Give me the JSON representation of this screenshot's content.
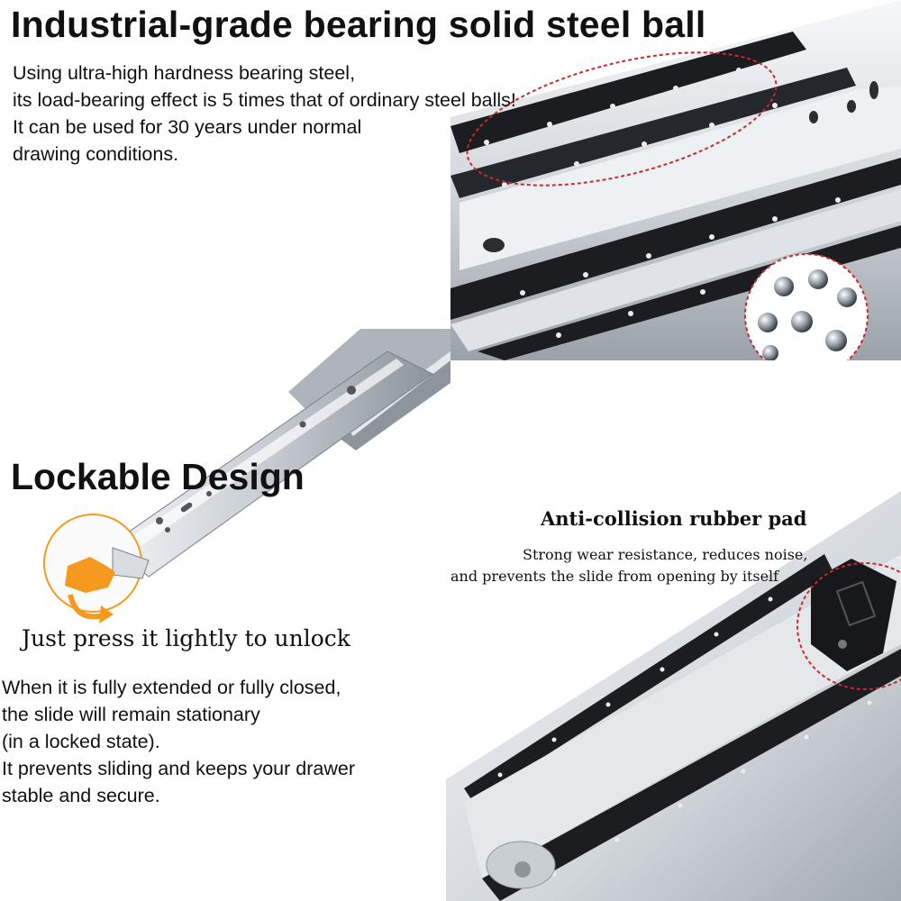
{
  "top_section": {
    "title": "Industrial-grade bearing solid steel ball",
    "description_lines": [
      "Using ultra-high hardness bearing steel,",
      "its load-bearing effect is 5 times that of ordinary steel balls!",
      "It can be used for 30 years under normal",
      "drawing conditions."
    ]
  },
  "lock_section": {
    "title": "Lockable Design",
    "caption": "Just press it lightly to unlock",
    "description_lines": [
      "When it is fully extended or fully closed,",
      "the slide will remain stationary",
      "(in a locked state).",
      "It prevents sliding and keeps your drawer",
      "stable and secure."
    ]
  },
  "pad_section": {
    "title": "Anti-collision rubber pad",
    "subtitle_lines": [
      "Strong wear resistance, reduces noise,",
      "and prevents the slide from opening by itself"
    ]
  },
  "colors": {
    "accent_orange": "#f59a1f",
    "dashed_red": "#c82a2a",
    "steel_light": "#e6e9ec",
    "steel_dark": "#8d949b",
    "rail_black": "#1b1d20"
  },
  "icons": {
    "unlock_arrow": "curved-arrow-icon",
    "tab": "orange-lock-tab-icon"
  }
}
